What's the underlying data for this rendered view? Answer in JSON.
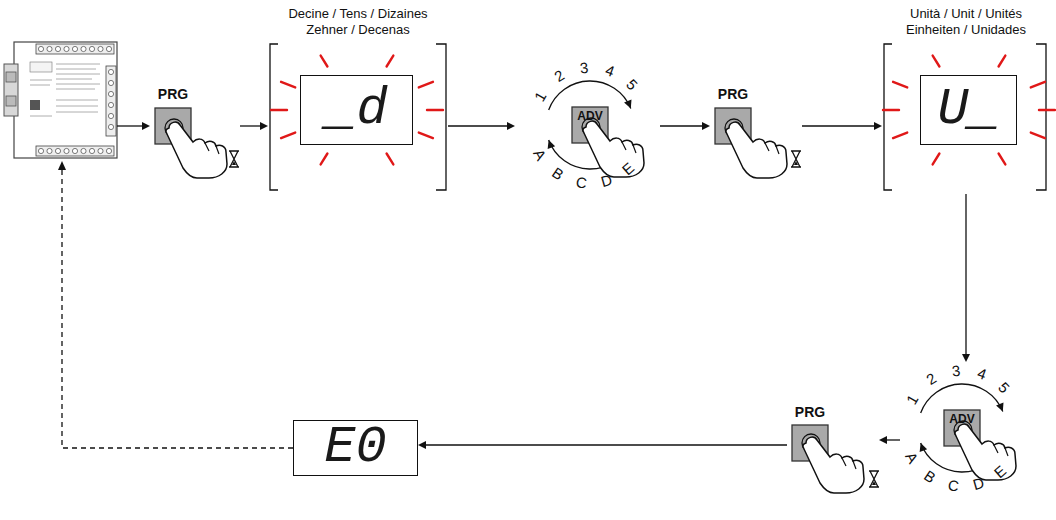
{
  "diagram": {
    "nodes": [
      {
        "text": [
          "PRG"
        ]
      },
      {
        "text": [
          "Decine / Tens / Dizaines Zehner / Decenas",
          "_d"
        ]
      },
      {
        "text": [
          "ADV"
        ]
      },
      {
        "text": [
          "PRG"
        ]
      },
      {
        "text": [
          "Unità / Unit / Unités Einheiten / Unidades",
          "U_"
        ]
      },
      {
        "text": [
          "ADV"
        ]
      },
      {
        "text": [
          "PRG"
        ]
      },
      {
        "text": [
          "E0"
        ]
      }
    ],
    "edges": [
      {
        "from": 0,
        "to": 1,
        "arrow": "to"
      },
      {
        "from": 1,
        "to": 2,
        "arrow": "to"
      },
      {
        "from": 2,
        "to": 3,
        "arrow": "to"
      },
      {
        "from": 3,
        "to": 4,
        "arrow": "to"
      },
      {
        "from": 4,
        "to": 5,
        "arrow": "to"
      },
      {
        "from": 5,
        "to": 6,
        "arrow": "to"
      },
      {
        "from": 6,
        "to": 7,
        "arrow": "to"
      }
    ],
    "labels": [
      "1",
      "2",
      "3",
      "4",
      "5",
      "A",
      "B",
      "C",
      "D",
      "E",
      "1",
      "2",
      "3",
      "4",
      "5",
      "A",
      "B",
      "C",
      "D",
      "E"
    ]
  }
}
